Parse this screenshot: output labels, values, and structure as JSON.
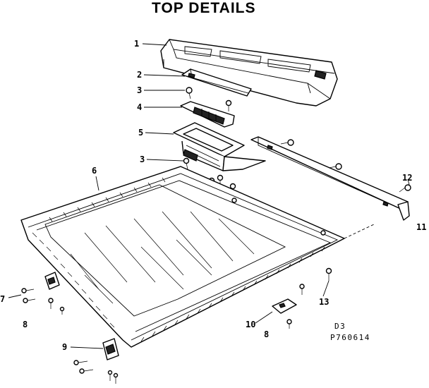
{
  "title": "TOP DETAILS",
  "callouts": {
    "c1": "1",
    "c2": "2",
    "c3a": "3",
    "c4": "4",
    "c5": "5",
    "c3b": "3",
    "c6": "6",
    "c12": "12",
    "c11": "11",
    "c7": "7",
    "c8a": "8",
    "c13": "13",
    "c10": "10",
    "c8b": "8",
    "c9": "9"
  },
  "drawing_codes": {
    "line1": "D3",
    "line2": "P760614"
  }
}
